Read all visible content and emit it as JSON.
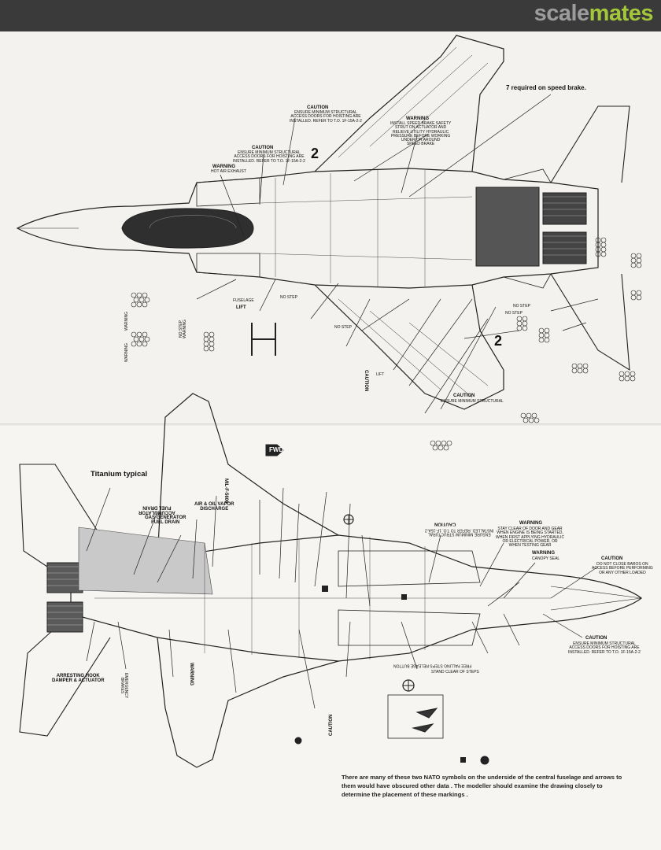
{
  "site": {
    "logo_part1": "scale",
    "logo_part2": "mates"
  },
  "top_view": {
    "speed_brake_note": "7 required on speed brake.",
    "caution1_title": "CAUTION",
    "caution1_text": "ENSURE MINIMUM STRUCTURAL\nACCESS DOORS FOR HOISTING ARE\nINSTALLED. REFER TO T.O. 1F-15A-2-2",
    "caution2_title": "CAUTION",
    "caution2_text": "ENSURE MINIMUM STRUCTURAL\nACCESS DOORS FOR HOISTING ARE\nINSTALLED. REFER TO T.O. 1F-15A-2-2",
    "warning_title": "WARNING",
    "warning_text": "INSTALL SPEED BRAKE SAFETY\nSTRUT ON ACTUATOR AND\nRELIEVE UTILITY HYDRAULIC\nPRESSURE BEFORE WORKING\nUNDER OR AROUND\nSPEED BRAKE",
    "warning_small_title": "WARNING",
    "warning_small_text": "HOT AIR EXHAUST",
    "num_2_a": "2",
    "num_2_b": "2",
    "fuselage_lift_1": "FUSELAGE",
    "fuselage_lift_2": "LIFT",
    "no_step_1": "NO STEP",
    "no_step_2": "NO STEP",
    "no_step_3": "NO STEP",
    "no_step_4": "NO STEP",
    "caution_left_wing": "CAUTION",
    "lift_left_wing": "LIFT",
    "left_wing_stencil_1": "WARNING",
    "left_wing_stencil_2": "NO STEP\nWARNING",
    "left_wing_stencil_3": "WARNING",
    "caution_lower_right": "CAUTION",
    "caution_lower_right_text": "ENSURE MINIMUM STRUCTURAL"
  },
  "bottom_view": {
    "titanium_typical": "Titanium typical",
    "fwd": "FWD",
    "accumulator_fuel_drain": "ACCUMULATOR\nFUEL DRAIN",
    "gas_generator_fuel_drain": "GAS GENERATOR\nFUEL DRAIN",
    "air_oil_vapor_discharge": "AIR & OIL VAPOR\nDISCHARGE",
    "mil_spec": "MIL-F-5606",
    "arresting_hook": "ARRESTING HOOK\nDAMPER & ACTUATOR",
    "emergency_brakes": "EMERGENCY\nBRAKES",
    "warning_main_title": "WARNING",
    "warning_main_text": "STAY CLEAR OF DOOR AND GEAR\nWHEN ENGINE IS BEING STARTED,\nWHEN FIRST APPLYING HYDRAULIC\nOR ELECTRICAL POWER, OR\nWHEN TESTING GEAR",
    "caution_main_title": "CAUTION",
    "caution_main_text": "ENSURE MINIMUM STRUCTURAL\nINSTALLED. REFER TO T.O. 1F-15A-2",
    "warning_hot_title": "WARNING",
    "warning_hot_text": "CANOPY SEAL",
    "caution_right_title": "CAUTION",
    "caution_right_text": "DO NOT CLOSE BAROS ON\nACCESS BEFORE PERFORMING\nOR ANY OTHER LOADED",
    "caution_nose_title": "CAUTION",
    "caution_nose_text": "ENSURE MINIMUM STRUCTURAL\nACCESS DOORS FOR HOISTING ARE\nINSTALLED. REFER TO T.O. 1F-15A-2-2",
    "free_falling_steps": "FREE FALLING STEPS RELEASE BUTTON",
    "stand_clear": "STAND CLEAR OF STEPS",
    "warning_lower_title": "WARNING",
    "caution_lower_title": "CAUTION",
    "note": "There are many of these two NATO symbols on the underside of the central fuselage and arrows to them would have obscured other data . The modeller should examine the drawing closely to determine the placement of these markings ."
  }
}
